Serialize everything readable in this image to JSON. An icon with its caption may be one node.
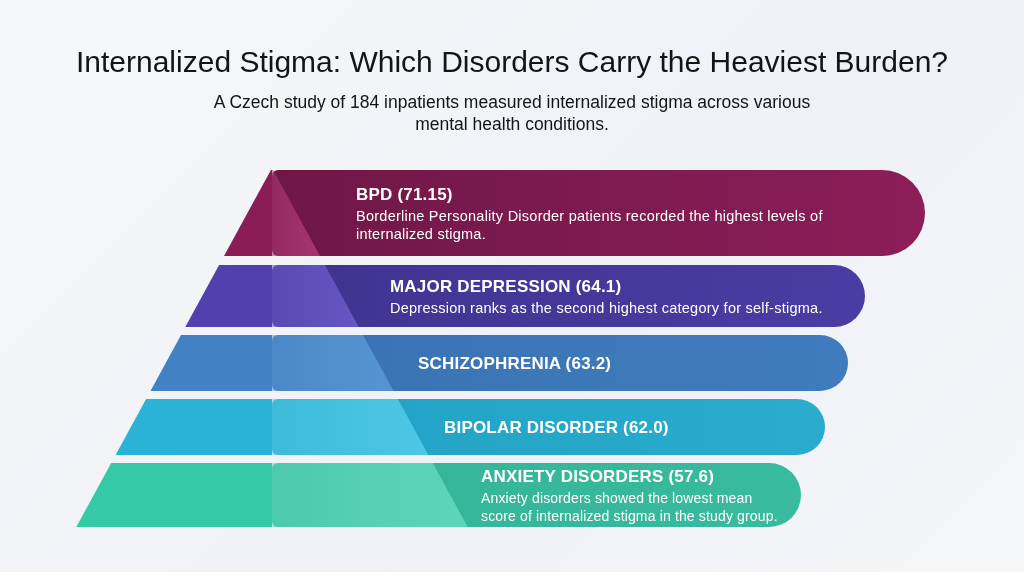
{
  "diagram": {
    "title": "Internalized Stigma: Which Disorders Carry the Heaviest Burden?",
    "nodes": [
      {
        "text": [
          "BPD (71.15)",
          "Borderline Personality Disorder patients recorded the highest levels of internalized stigma."
        ]
      },
      {
        "text": [
          "MAJOR DEPRESSION (64.1)",
          "Depression ranks as the second highest category for self-stigma."
        ]
      },
      {
        "text": [
          "SCHIZOPHRENIA (63.2)"
        ]
      },
      {
        "text": [
          "BIPOLAR DISORDER (62.0)"
        ]
      },
      {
        "text": [
          "ANXIETY DISORDERS (57.6)",
          "Anxiety disorders showed the lowest mean score of internalized stigma in the study group."
        ]
      }
    ],
    "labels": [
      "A Czech study of 184 inpatients measured internalized stigma across various mental health conditions."
    ]
  }
}
